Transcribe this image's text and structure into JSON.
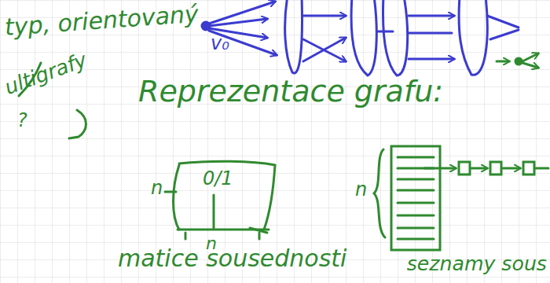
{
  "diagram": {
    "labels": [
      "typ, orientovaný",
      "v₀",
      "ultigrafy",
      "?",
      "Reprezentace grafu:",
      "n",
      "0/1",
      "n",
      "matice sousednosti",
      "n",
      "seznamy sous"
    ]
  }
}
